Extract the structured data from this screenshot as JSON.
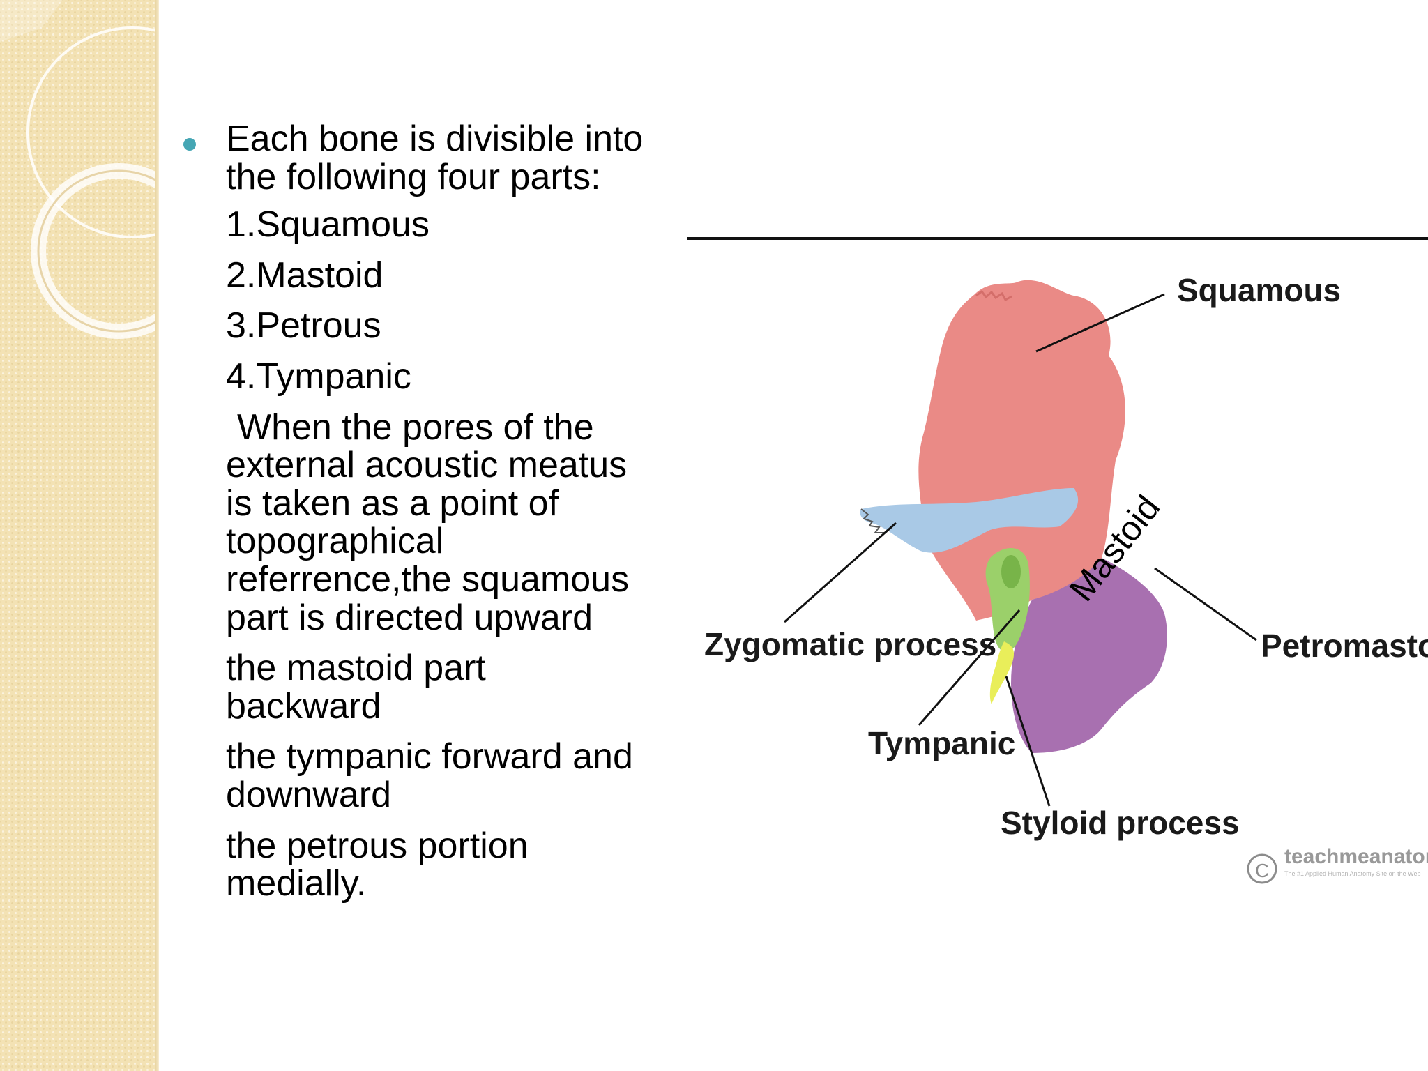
{
  "slide": {
    "intro": "Each bone is divisible into the following four parts:",
    "parts": [
      "1.Squamous",
      "2.Mastoid",
      "3.Petrous",
      "4.Tympanic"
    ],
    "description": "When the pores of the external acoustic meatus is taken as a point of topographical referrence,the squamous part is directed upward",
    "directions": [
      "the mastoid part backward",
      "the tympanic forward and downward",
      "the petrous portion medially."
    ]
  },
  "diagram": {
    "labels": {
      "squamous": "Squamous",
      "zygomatic": "Zygomatic process",
      "petromastoid": "Petromastoid",
      "tympanic": "Tympanic",
      "styloid": "Styloid process"
    },
    "overlay_label": "Mastoid",
    "watermark": {
      "brand": "teachmeanatomy",
      "symbol": "C",
      "tagline": "The #1 Applied Human Anatomy Site on the Web"
    },
    "colors": {
      "squamous": "#ea8a86",
      "zygomatic": "#a9c9e6",
      "tympanic": "#9bd06a",
      "styloid": "#e9ee5a",
      "petromastoid": "#a870b0"
    }
  },
  "theme": {
    "sidebar": "#f3e2b4",
    "bullet": "#45a6b4"
  }
}
